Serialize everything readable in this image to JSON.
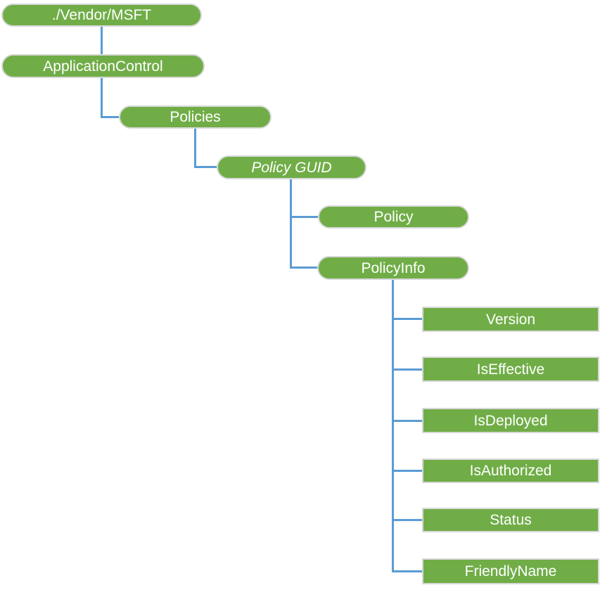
{
  "diagram": {
    "type": "tree",
    "description": "Configuration service provider node tree",
    "colors": {
      "node_fill": "#70AD47",
      "node_border": "#d8d8d8",
      "node_text": "#ffffff",
      "connector": "#5B9BD5",
      "background": "#ffffff"
    },
    "nodes": [
      {
        "id": "vendor-msft",
        "label": "./Vendor/MSFT",
        "shape": "pill",
        "level": 0,
        "parent": null
      },
      {
        "id": "application-control",
        "label": "ApplicationControl",
        "shape": "pill",
        "level": 1,
        "parent": "./Vendor/MSFT"
      },
      {
        "id": "policies",
        "label": "Policies",
        "shape": "pill",
        "level": 2,
        "parent": "ApplicationControl"
      },
      {
        "id": "policy-guid",
        "label": "Policy GUID",
        "shape": "pill",
        "level": 3,
        "parent": "Policies",
        "italic": true
      },
      {
        "id": "policy",
        "label": "Policy",
        "shape": "pill",
        "level": 4,
        "parent": "Policy GUID"
      },
      {
        "id": "policy-info",
        "label": "PolicyInfo",
        "shape": "pill",
        "level": 4,
        "parent": "Policy GUID"
      },
      {
        "id": "version",
        "label": "Version",
        "shape": "rect",
        "level": 5,
        "parent": "PolicyInfo"
      },
      {
        "id": "is-effective",
        "label": "IsEffective",
        "shape": "rect",
        "level": 5,
        "parent": "PolicyInfo"
      },
      {
        "id": "is-deployed",
        "label": "IsDeployed",
        "shape": "rect",
        "level": 5,
        "parent": "PolicyInfo"
      },
      {
        "id": "is-authorized",
        "label": "IsAuthorized",
        "shape": "rect",
        "level": 5,
        "parent": "PolicyInfo"
      },
      {
        "id": "status",
        "label": "Status",
        "shape": "rect",
        "level": 5,
        "parent": "PolicyInfo"
      },
      {
        "id": "friendly-name",
        "label": "FriendlyName",
        "shape": "rect",
        "level": 5,
        "parent": "PolicyInfo"
      }
    ]
  }
}
